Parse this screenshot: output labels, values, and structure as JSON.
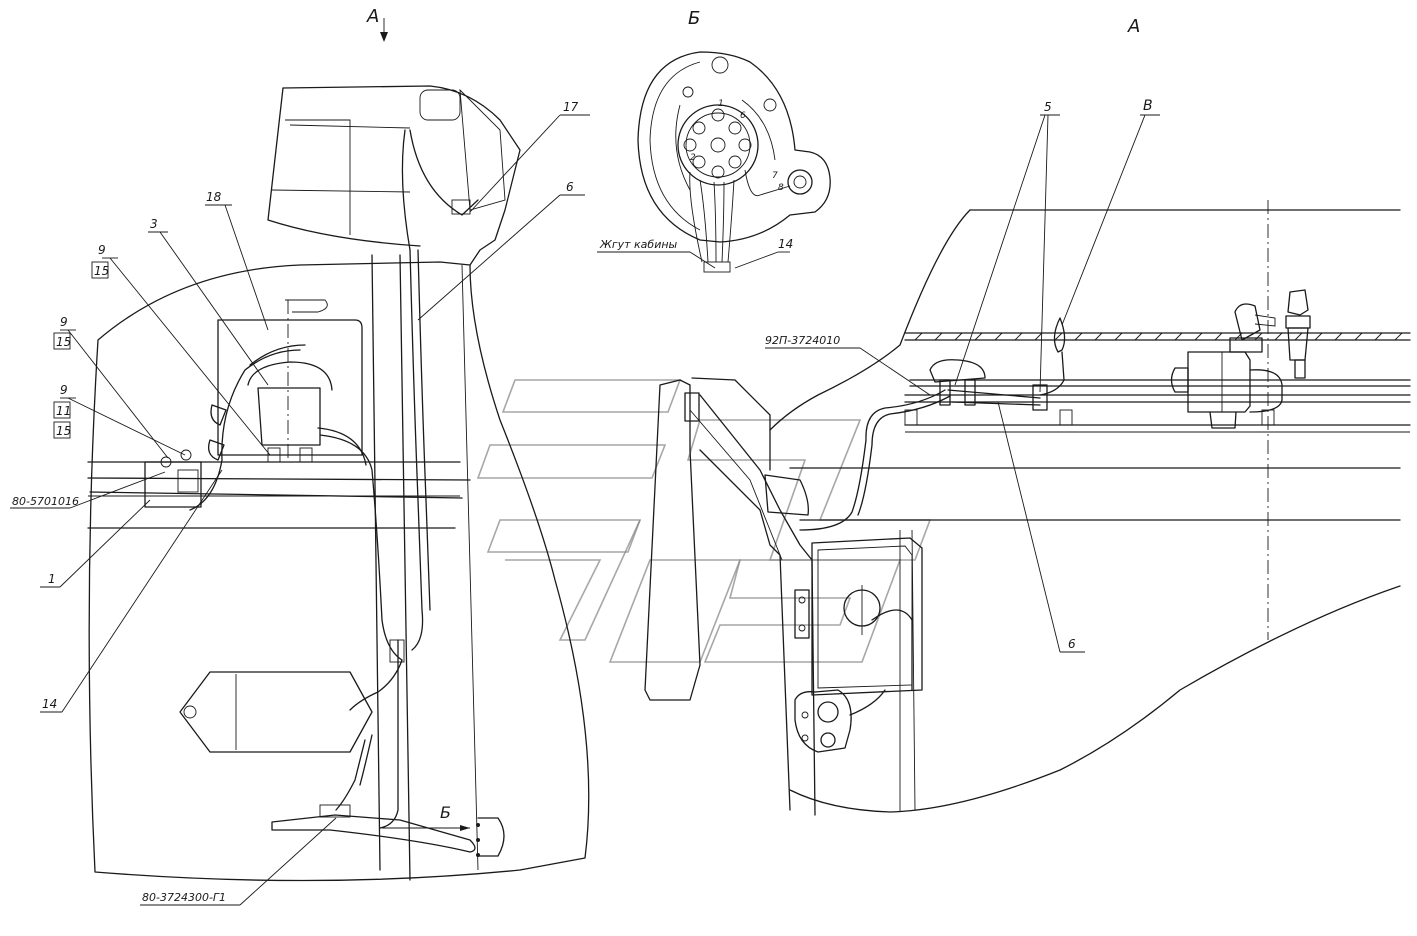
{
  "view_labels": {
    "view_a_left": "А",
    "view_b": "Б",
    "view_a_right": "А",
    "view_v": "В",
    "section_b_arrow": "Б"
  },
  "callouts": {
    "c17": "17",
    "c6_top": "6",
    "c18": "18",
    "c3": "3",
    "c9_a": "9",
    "c15_a": "15",
    "c9_b": "9",
    "c15_b": "15",
    "c9_c": "9",
    "c11": "11",
    "c15_c": "15",
    "c1": "1",
    "c14_left": "14",
    "c5": "5",
    "c6_right": "6",
    "c14_detail": "14"
  },
  "part_numbers": {
    "pn_left_1": "80-5701016",
    "pn_left_bottom": "80-3724300-Г1",
    "pn_right": "92П-3724010"
  },
  "detail_b": {
    "harness_label": "Жгут кабины",
    "pin_1": "1",
    "pin_6": "6",
    "pin_8": "8",
    "pin_7": "7",
    "pin_2": "2"
  }
}
